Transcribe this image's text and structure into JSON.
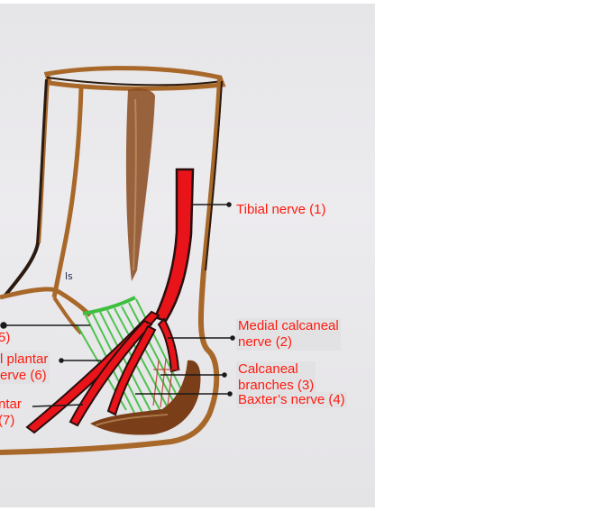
{
  "figure": {
    "type": "anatomical-drawing",
    "subject": "Medial ankle/heel nerve anatomy",
    "colors": {
      "nerve": "#e8141a",
      "nerve_outline": "#2a0d0d",
      "bone_outline": "#a8682a",
      "muscle_fill": "#8a4a1e",
      "retinaculum": "#3fbf3f",
      "label_text": "#ff1a0d",
      "leader_line": "#1a1a1a",
      "paper": "#e8e7ea"
    }
  },
  "labels": {
    "right": [
      {
        "id": "tibial",
        "line1": "Tibial nerve (1)",
        "line2": ""
      },
      {
        "id": "medial-calcaneal",
        "line1": "Medial calcaneal",
        "line2": "nerve (2)"
      },
      {
        "id": "calcaneal-branches",
        "line1": "Calcaneal",
        "line2": "branches (3)"
      },
      {
        "id": "baxter",
        "line1": "Baxter’s nerve (4)",
        "line2": ""
      }
    ],
    "left": [
      {
        "id": "label-5",
        "line1": "5)",
        "line2": ""
      },
      {
        "id": "medial-plantar",
        "line1": "l plantar",
        "line2": "erve (6)"
      },
      {
        "id": "lateral-plantar",
        "line1": "ntar",
        "line2": "(7)"
      }
    ]
  }
}
